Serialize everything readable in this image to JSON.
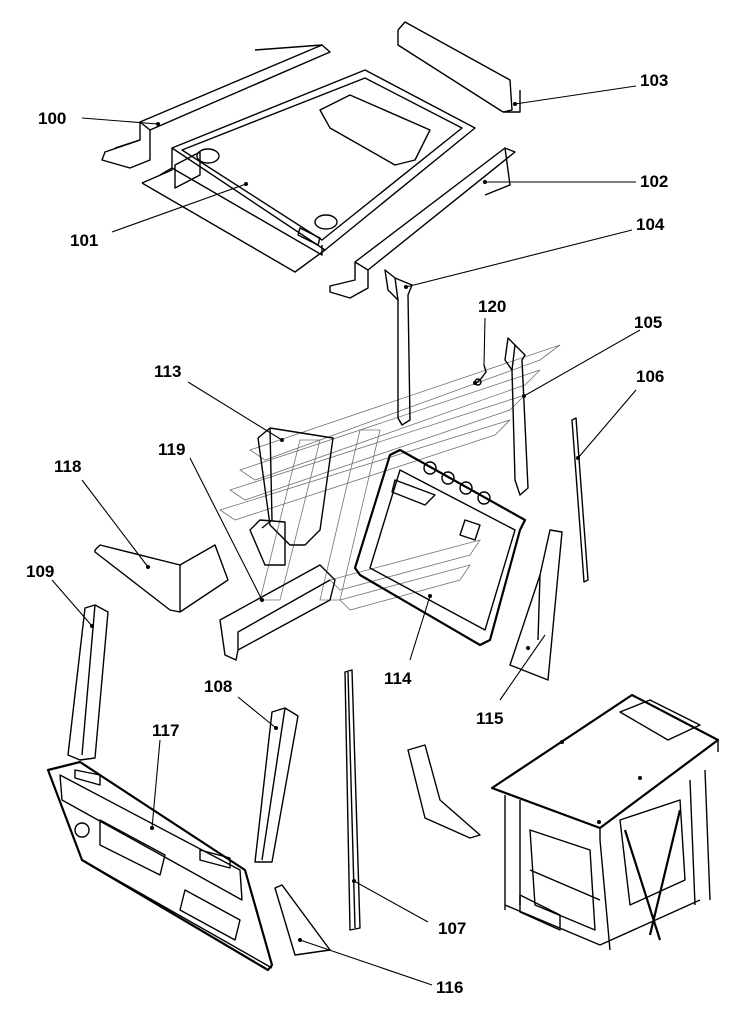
{
  "callouts": {
    "c100": "100",
    "c101": "101",
    "c102": "102",
    "c103": "103",
    "c104": "104",
    "c105": "105",
    "c106": "106",
    "c107": "107",
    "c108": "108",
    "c109": "109",
    "c113": "113",
    "c114": "114",
    "c115": "115",
    "c116": "116",
    "c117": "117",
    "c118": "118",
    "c119": "119",
    "c120": "120"
  }
}
